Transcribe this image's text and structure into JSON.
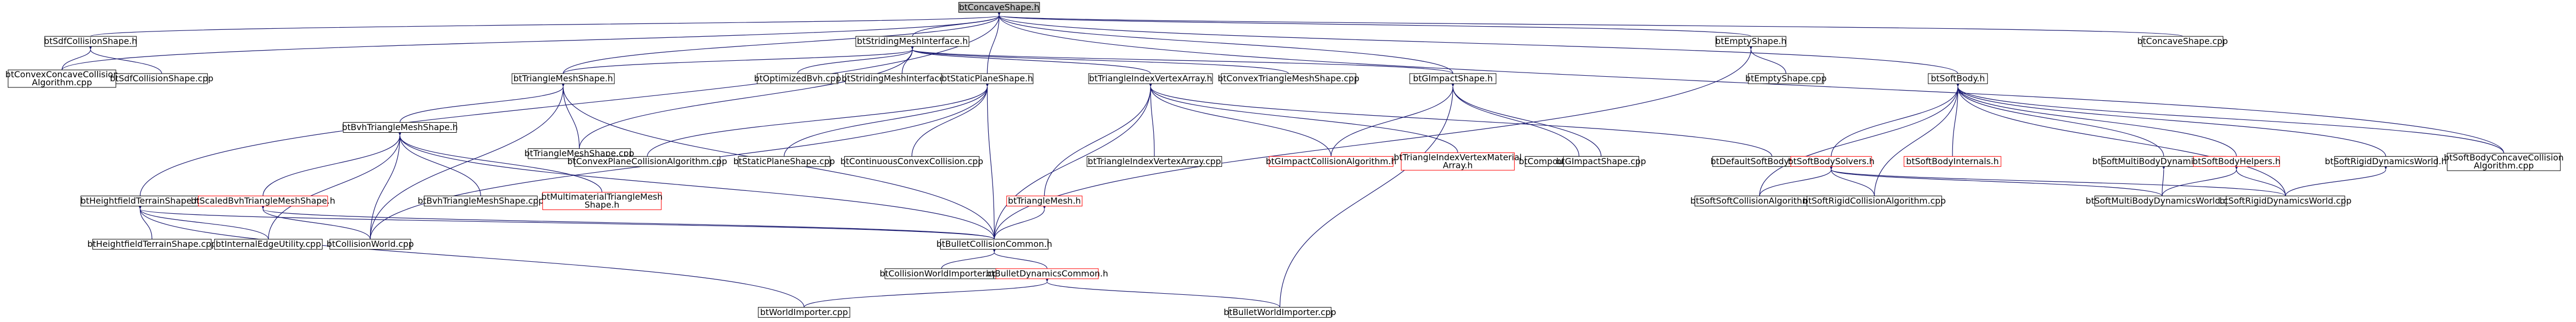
{
  "graph": {
    "kind": "include-dependency-graph",
    "colors": {
      "edge": "#191970",
      "missing_border": "#ff0000",
      "node_border": "#000000",
      "root_fill": "#bfbfbf"
    },
    "nodes": [
      {
        "id": "n0",
        "label": [
          "btConcaveShape.h"
        ],
        "root": true
      },
      {
        "id": "n1",
        "label": [
          "btSdfCollisionShape.h"
        ]
      },
      {
        "id": "n2",
        "label": [
          "btStridingMeshInterface.h"
        ]
      },
      {
        "id": "n3",
        "label": [
          "btEmptyShape.h"
        ]
      },
      {
        "id": "n4",
        "label": [
          "btConcaveShape.cpp"
        ]
      },
      {
        "id": "n5",
        "label": [
          "btConvexConcaveCollision",
          "Algorithm.cpp"
        ]
      },
      {
        "id": "n6",
        "label": [
          "btSdfCollisionShape.cpp"
        ]
      },
      {
        "id": "n7",
        "label": [
          "btTriangleMeshShape.h"
        ]
      },
      {
        "id": "n8",
        "label": [
          "btOptimizedBvh.cpp"
        ]
      },
      {
        "id": "n9",
        "label": [
          "btStridingMeshInterface.cpp"
        ]
      },
      {
        "id": "n10",
        "label": [
          "btTriangleIndexVertexArray.h"
        ]
      },
      {
        "id": "n11",
        "label": [
          "btConvexTriangleMeshShape.cpp"
        ]
      },
      {
        "id": "n12",
        "label": [
          "btGImpactShape.h"
        ]
      },
      {
        "id": "n13",
        "label": [
          "btEmptyShape.cpp"
        ]
      },
      {
        "id": "n14",
        "label": [
          "btSoftBody.h"
        ]
      },
      {
        "id": "n15",
        "label": [
          "btStaticPlaneShape.h"
        ]
      },
      {
        "id": "n16",
        "label": [
          "btBvhTriangleMeshShape.h"
        ]
      },
      {
        "id": "n17",
        "label": [
          "btTriangleMeshShape.cpp"
        ]
      },
      {
        "id": "n18",
        "label": [
          "btConvexPlaneCollisionAlgorithm.cpp"
        ]
      },
      {
        "id": "n19",
        "label": [
          "btStaticPlaneShape.cpp"
        ]
      },
      {
        "id": "n20",
        "label": [
          "btContinuousConvexCollision.cpp"
        ]
      },
      {
        "id": "n21",
        "label": [
          "btTriangleIndexVertexArray.cpp"
        ]
      },
      {
        "id": "n22",
        "label": [
          "btGImpactCollisionAlgorithm.h"
        ],
        "missing": true
      },
      {
        "id": "n23",
        "label": [
          "btTriangleIndexVertexMaterial",
          "Array.h"
        ],
        "missing": true
      },
      {
        "id": "n24",
        "label": [
          "btCompoundFromGimpact.h"
        ]
      },
      {
        "id": "n25",
        "label": [
          "btGImpactShape.cpp"
        ]
      },
      {
        "id": "n26",
        "label": [
          "btDefaultSoftBodySolver.cpp"
        ]
      },
      {
        "id": "n27",
        "label": [
          "btSoftBodySolvers.h"
        ],
        "missing": true
      },
      {
        "id": "n28",
        "label": [
          "btSoftBodyInternals.h"
        ],
        "missing": true
      },
      {
        "id": "n29",
        "label": [
          "btSoftMultiBodyDynamicsWorld.h"
        ]
      },
      {
        "id": "n30",
        "label": [
          "btSoftBodyHelpers.h"
        ],
        "missing": true
      },
      {
        "id": "n31",
        "label": [
          "btSoftRigidDynamicsWorld.h"
        ]
      },
      {
        "id": "n32",
        "label": [
          "btSoftBodyConcaveCollision",
          "Algorithm.cpp"
        ]
      },
      {
        "id": "n33",
        "label": [
          "btHeightfieldTerrainShape.h"
        ]
      },
      {
        "id": "n34",
        "label": [
          "btScaledBvhTriangleMeshShape.h"
        ],
        "missing": true
      },
      {
        "id": "n35",
        "label": [
          "btBvhTriangleMeshShape.cpp"
        ]
      },
      {
        "id": "n36",
        "label": [
          "btMultimaterialTriangleMesh",
          "Shape.h"
        ],
        "missing": true
      },
      {
        "id": "n37",
        "label": [
          "btTriangleMesh.h"
        ],
        "missing": true
      },
      {
        "id": "n38",
        "label": [
          "btSoftSoftCollisionAlgorithm.cpp"
        ]
      },
      {
        "id": "n39",
        "label": [
          "btSoftRigidCollisionAlgorithm.cpp"
        ]
      },
      {
        "id": "n40",
        "label": [
          "btSoftMultiBodyDynamicsWorld.cpp"
        ]
      },
      {
        "id": "n41",
        "label": [
          "btSoftRigidDynamicsWorld.cpp"
        ]
      },
      {
        "id": "n42",
        "label": [
          "btHeightfieldTerrainShape.cpp"
        ]
      },
      {
        "id": "n43",
        "label": [
          "btInternalEdgeUtility.cpp"
        ]
      },
      {
        "id": "n44",
        "label": [
          "btCollisionWorld.cpp"
        ]
      },
      {
        "id": "n45",
        "label": [
          "btBulletCollisionCommon.h"
        ]
      },
      {
        "id": "n46",
        "label": [
          "btCollisionWorldImporter.cpp"
        ]
      },
      {
        "id": "n47",
        "label": [
          "btBulletDynamicsCommon.h"
        ],
        "missing": true
      },
      {
        "id": "n48",
        "label": [
          "btWorldImporter.cpp"
        ]
      },
      {
        "id": "n49",
        "label": [
          "btBulletWorldImporter.cpp"
        ]
      }
    ],
    "edges": [
      [
        "n0",
        "n1"
      ],
      [
        "n0",
        "n2"
      ],
      [
        "n0",
        "n3"
      ],
      [
        "n0",
        "n4"
      ],
      [
        "n0",
        "n5"
      ],
      [
        "n0",
        "n7"
      ],
      [
        "n0",
        "n12"
      ],
      [
        "n0",
        "n14"
      ],
      [
        "n0",
        "n15"
      ],
      [
        "n0",
        "n33"
      ],
      [
        "n0",
        "n32"
      ],
      [
        "n1",
        "n5"
      ],
      [
        "n1",
        "n6"
      ],
      [
        "n2",
        "n7"
      ],
      [
        "n2",
        "n8"
      ],
      [
        "n2",
        "n9"
      ],
      [
        "n2",
        "n10"
      ],
      [
        "n2",
        "n11"
      ],
      [
        "n2",
        "n12"
      ],
      [
        "n2",
        "n17"
      ],
      [
        "n3",
        "n13"
      ],
      [
        "n3",
        "n45"
      ],
      [
        "n7",
        "n16"
      ],
      [
        "n7",
        "n17"
      ],
      [
        "n7",
        "n44"
      ],
      [
        "n7",
        "n45"
      ],
      [
        "n10",
        "n21"
      ],
      [
        "n10",
        "n22"
      ],
      [
        "n10",
        "n23"
      ],
      [
        "n10",
        "n37"
      ],
      [
        "n10",
        "n45"
      ],
      [
        "n10",
        "n26"
      ],
      [
        "n12",
        "n22"
      ],
      [
        "n12",
        "n24"
      ],
      [
        "n12",
        "n25"
      ],
      [
        "n12",
        "n49"
      ],
      [
        "n14",
        "n27"
      ],
      [
        "n14",
        "n28"
      ],
      [
        "n14",
        "n29"
      ],
      [
        "n14",
        "n30"
      ],
      [
        "n14",
        "n31"
      ],
      [
        "n14",
        "n32"
      ],
      [
        "n14",
        "n38"
      ],
      [
        "n14",
        "n39"
      ],
      [
        "n14",
        "n41"
      ],
      [
        "n15",
        "n18"
      ],
      [
        "n15",
        "n19"
      ],
      [
        "n15",
        "n20"
      ],
      [
        "n15",
        "n45"
      ],
      [
        "n15",
        "n44"
      ],
      [
        "n16",
        "n34"
      ],
      [
        "n16",
        "n35"
      ],
      [
        "n16",
        "n36"
      ],
      [
        "n16",
        "n43"
      ],
      [
        "n16",
        "n44"
      ],
      [
        "n16",
        "n45"
      ],
      [
        "n27",
        "n38"
      ],
      [
        "n27",
        "n39"
      ],
      [
        "n27",
        "n40"
      ],
      [
        "n27",
        "n41"
      ],
      [
        "n29",
        "n40"
      ],
      [
        "n30",
        "n40"
      ],
      [
        "n30",
        "n41"
      ],
      [
        "n31",
        "n41"
      ],
      [
        "n33",
        "n42"
      ],
      [
        "n33",
        "n43"
      ],
      [
        "n33",
        "n45"
      ],
      [
        "n33",
        "n48"
      ],
      [
        "n34",
        "n44"
      ],
      [
        "n34",
        "n45"
      ],
      [
        "n37",
        "n45"
      ],
      [
        "n45",
        "n46"
      ],
      [
        "n45",
        "n47"
      ],
      [
        "n47",
        "n48"
      ],
      [
        "n47",
        "n49"
      ]
    ]
  }
}
